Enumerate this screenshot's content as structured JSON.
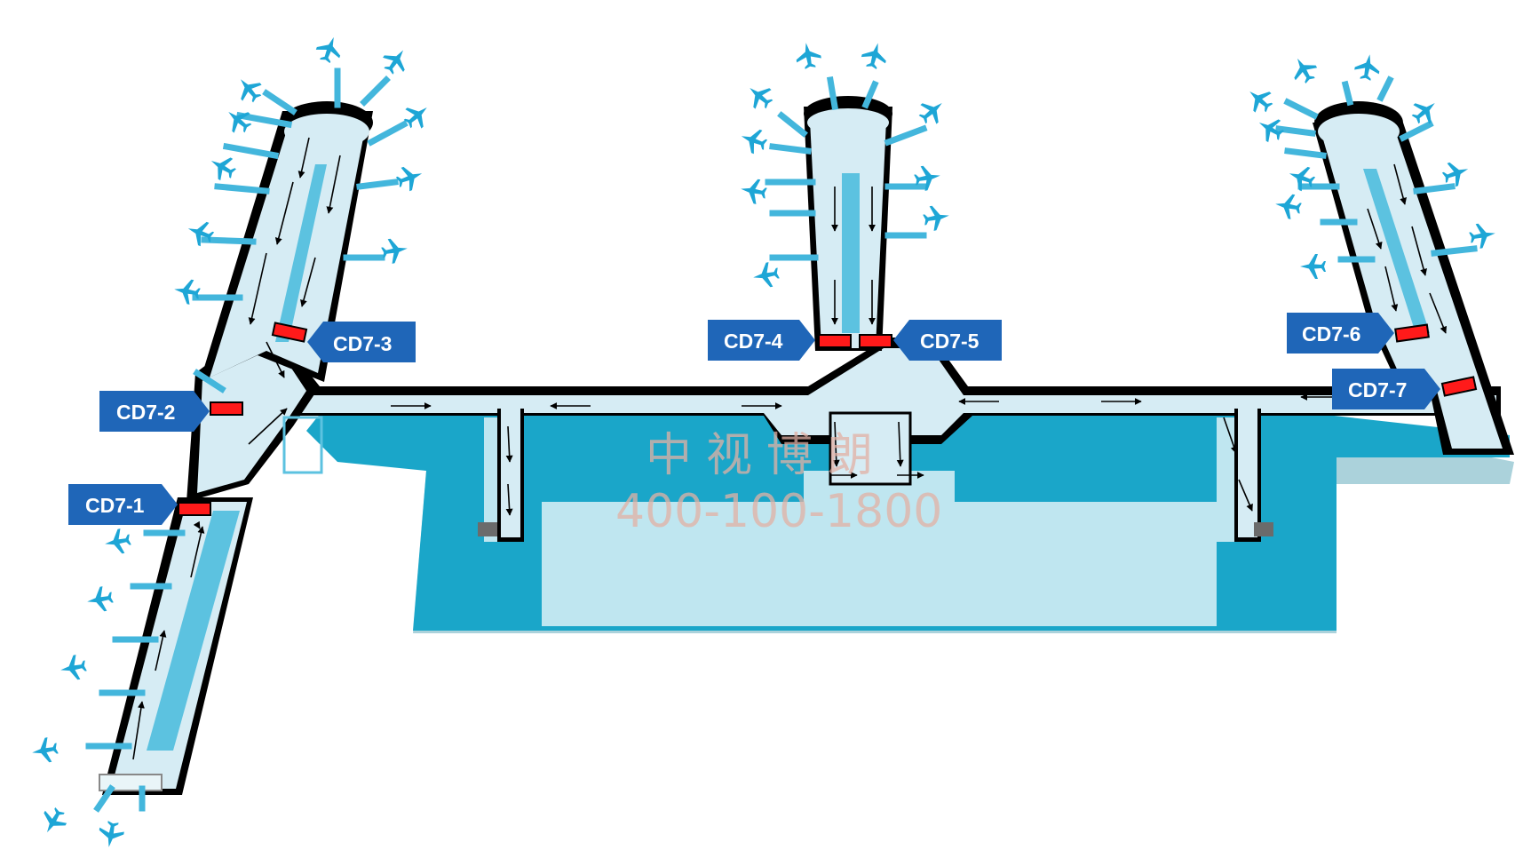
{
  "map": {
    "colors": {
      "pier_fill": "#d6ecf4",
      "pier_stripe": "#5cc2e0",
      "base_dark": "#1aa6c9",
      "base_light": "#bfe6f0",
      "wall": "#000000",
      "label_bg": "#1f66b8",
      "marker": "#ff1a1a",
      "bridge": "#43b6dc",
      "plane": "#1ea6d6"
    },
    "icons": [
      "airplane-icon",
      "arrow-icon",
      "location-marker"
    ],
    "labels": [
      {
        "id": "CD7-1",
        "text": "CD7-1"
      },
      {
        "id": "CD7-2",
        "text": "CD7-2"
      },
      {
        "id": "CD7-3",
        "text": "CD7-3"
      },
      {
        "id": "CD7-4",
        "text": "CD7-4"
      },
      {
        "id": "CD7-5",
        "text": "CD7-5"
      },
      {
        "id": "CD7-6",
        "text": "CD7-6"
      },
      {
        "id": "CD7-7",
        "text": "CD7-7"
      }
    ],
    "watermark": {
      "name": "中视博朗",
      "phone": "400-100-1800"
    }
  }
}
